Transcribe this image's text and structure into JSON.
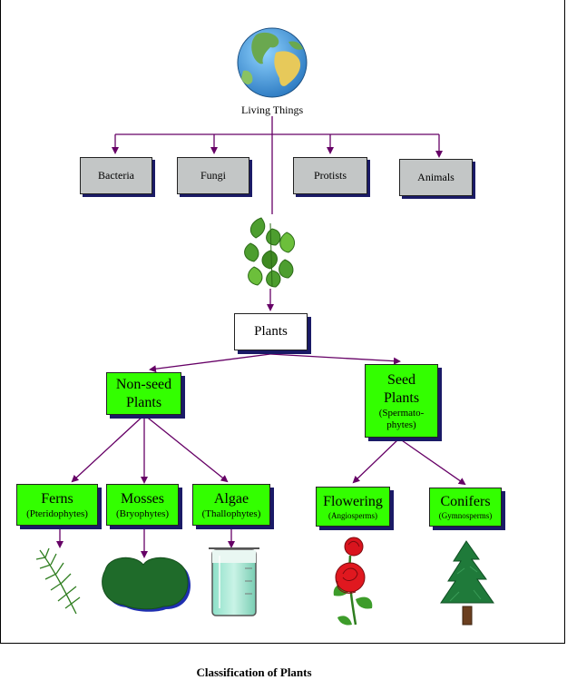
{
  "root": {
    "label": "Living Things"
  },
  "kingdoms": [
    "Bacteria",
    "Fungi",
    "Protists",
    "Animals"
  ],
  "plants": {
    "label": "Plants"
  },
  "nonseed": {
    "line1": "Non-seed",
    "line2": "Plants"
  },
  "seed": {
    "line1": "Seed",
    "line2": "Plants",
    "sub1": "(Spermato-",
    "sub2": "phytes)"
  },
  "groups": [
    {
      "name": "Ferns",
      "sub": "(Pteridophytes)"
    },
    {
      "name": "Mosses",
      "sub": "(Bryophytes)"
    },
    {
      "name": "Algae",
      "sub": "(Thallophytes)"
    },
    {
      "name": "Flowering",
      "sub": "(Angiosperms)"
    },
    {
      "name": "Conifers",
      "sub": "(Gymnosperms)"
    }
  ],
  "caption": "Classification of Plants",
  "colors": {
    "arrow": "#660066",
    "green_box": "#33ff00",
    "grey_box": "#c3c6c6",
    "shadow": "#1a1a66"
  },
  "icons": [
    "globe-icon",
    "leaves-icon",
    "fern-frond-icon",
    "moss-clump-icon",
    "beaker-icon",
    "rose-icon",
    "conifer-tree-icon"
  ]
}
